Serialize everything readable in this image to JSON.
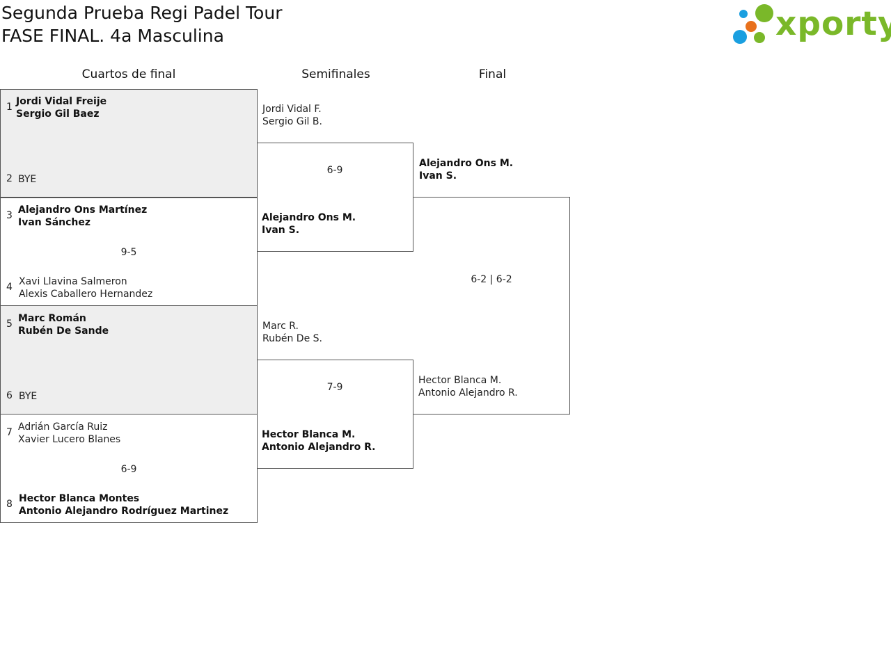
{
  "header": {
    "title_line1": "Segunda Prueba Regi Padel Tour",
    "title_line2": "FASE FINAL. 4a Masculina",
    "logo_text": "xporty",
    "colors": {
      "logo_green": "#7ab829",
      "logo_orange": "#e8711c",
      "logo_blue": "#1a9fe0"
    }
  },
  "rounds": {
    "qf": "Cuartos de final",
    "sf": "Semifinales",
    "final": "Final"
  },
  "quarterfinals": [
    {
      "team_a": {
        "seed": "1",
        "p1": "Jordi Vidal Freije",
        "p2": "Sergio Gil Baez"
      },
      "team_b": {
        "seed": "2",
        "p1": "BYE",
        "p2": ""
      },
      "score": "",
      "bye": true,
      "winner": "a"
    },
    {
      "team_a": {
        "seed": "3",
        "p1": "Alejandro Ons Martínez",
        "p2": "Ivan Sánchez"
      },
      "team_b": {
        "seed": "4",
        "p1": "Xavi Llavina Salmeron",
        "p2": "Alexis Caballero Hernandez"
      },
      "score": "9-5",
      "bye": false,
      "winner": "a"
    },
    {
      "team_a": {
        "seed": "5",
        "p1": "Marc Román",
        "p2": "Rubén De Sande"
      },
      "team_b": {
        "seed": "6",
        "p1": "BYE",
        "p2": ""
      },
      "score": "",
      "bye": true,
      "winner": "a"
    },
    {
      "team_a": {
        "seed": "7",
        "p1": "Adrián García Ruiz",
        "p2": "Xavier Lucero Blanes"
      },
      "team_b": {
        "seed": "8",
        "p1": "Hector Blanca Montes",
        "p2": "Antonio Alejandro Rodríguez Martinez"
      },
      "score": "6-9",
      "bye": false,
      "winner": "b"
    }
  ],
  "semifinals": [
    {
      "team_a": {
        "p1": "Jordi Vidal F.",
        "p2": "Sergio Gil B."
      },
      "team_b": {
        "p1": "Alejandro Ons M.",
        "p2": "Ivan S."
      },
      "score": "6-9",
      "winner": "b"
    },
    {
      "team_a": {
        "p1": "Marc R.",
        "p2": "Rubén De S."
      },
      "team_b": {
        "p1": "Hector Blanca M.",
        "p2": "Antonio Alejandro R."
      },
      "score": "7-9",
      "winner": "b"
    }
  ],
  "final": {
    "team_a": {
      "p1": "Alejandro Ons M.",
      "p2": "Ivan S."
    },
    "team_b": {
      "p1": "Hector Blanca M.",
      "p2": "Antonio Alejandro R."
    },
    "score": "6-2 | 6-2",
    "winner": "a"
  }
}
